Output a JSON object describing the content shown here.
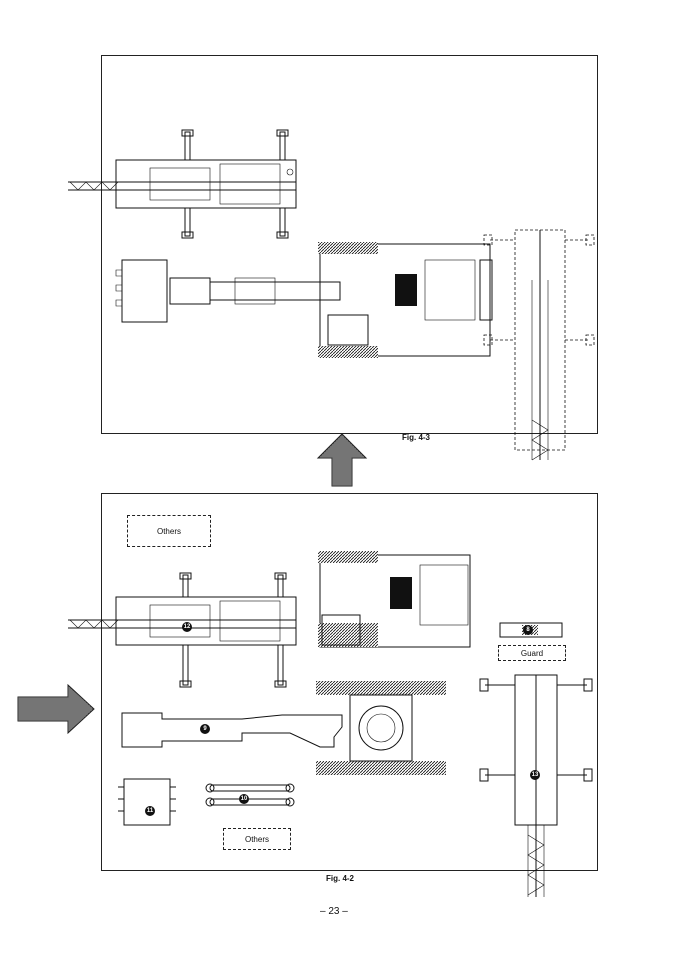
{
  "figures": {
    "fig43": {
      "caption": "Fig. 4-3"
    },
    "fig42": {
      "caption": "Fig. 4-2"
    }
  },
  "labels": {
    "others_top": "Others",
    "others_bottom": "Others",
    "guard": "Guard"
  },
  "callouts": {
    "n8": "8",
    "n9": "9",
    "n10": "10",
    "n11": "11",
    "n12": "12",
    "n13": "13"
  },
  "page_number": "– 23 –",
  "icons": {
    "up_arrow": "up-arrow-icon",
    "right_arrow": "right-arrow-icon"
  }
}
